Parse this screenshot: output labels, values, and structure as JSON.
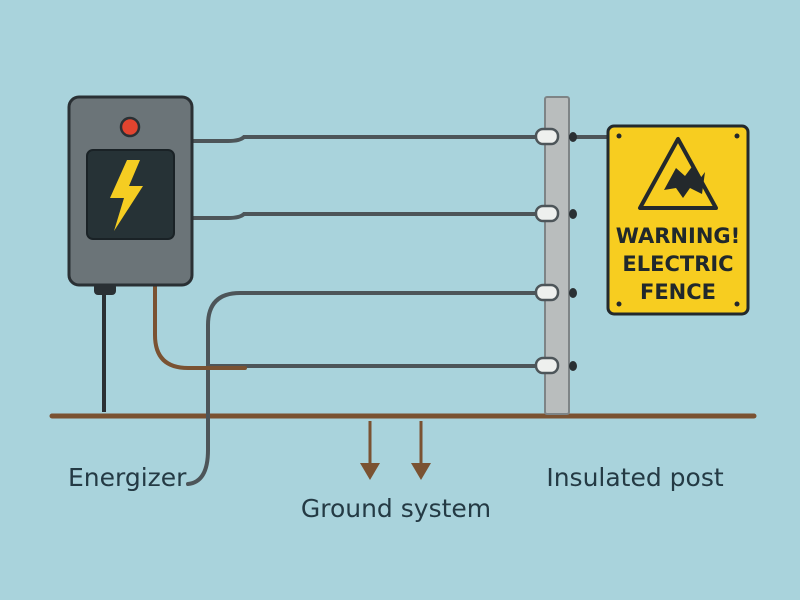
{
  "colors": {
    "background": "#a9d3dc",
    "energizer_body": "#6b7478",
    "energizer_outline": "#2a3034",
    "energizer_panel": "#263236",
    "indicator_light": "#e2442f",
    "bolt": "#f5cd22",
    "wire": "#4d5559",
    "ground_wire": "#7a5232",
    "ground_line": "#7a5232",
    "post": "#b9bdbd",
    "insulator": "#eef0ee",
    "sign_fill": "#f7cd20",
    "sign_outline": "#23292c",
    "text": "#243a44"
  },
  "icons": {
    "energizer_bolt": "lightning-bolt-icon",
    "sign_symbol": "electric-shock-warning-icon"
  },
  "sign": {
    "line1": "WARNING!",
    "line2": "ELECTRIC",
    "line3": "FENCE"
  },
  "labels": {
    "energizer": "Energizer",
    "ground": "Ground system",
    "post": "Insulated post"
  }
}
